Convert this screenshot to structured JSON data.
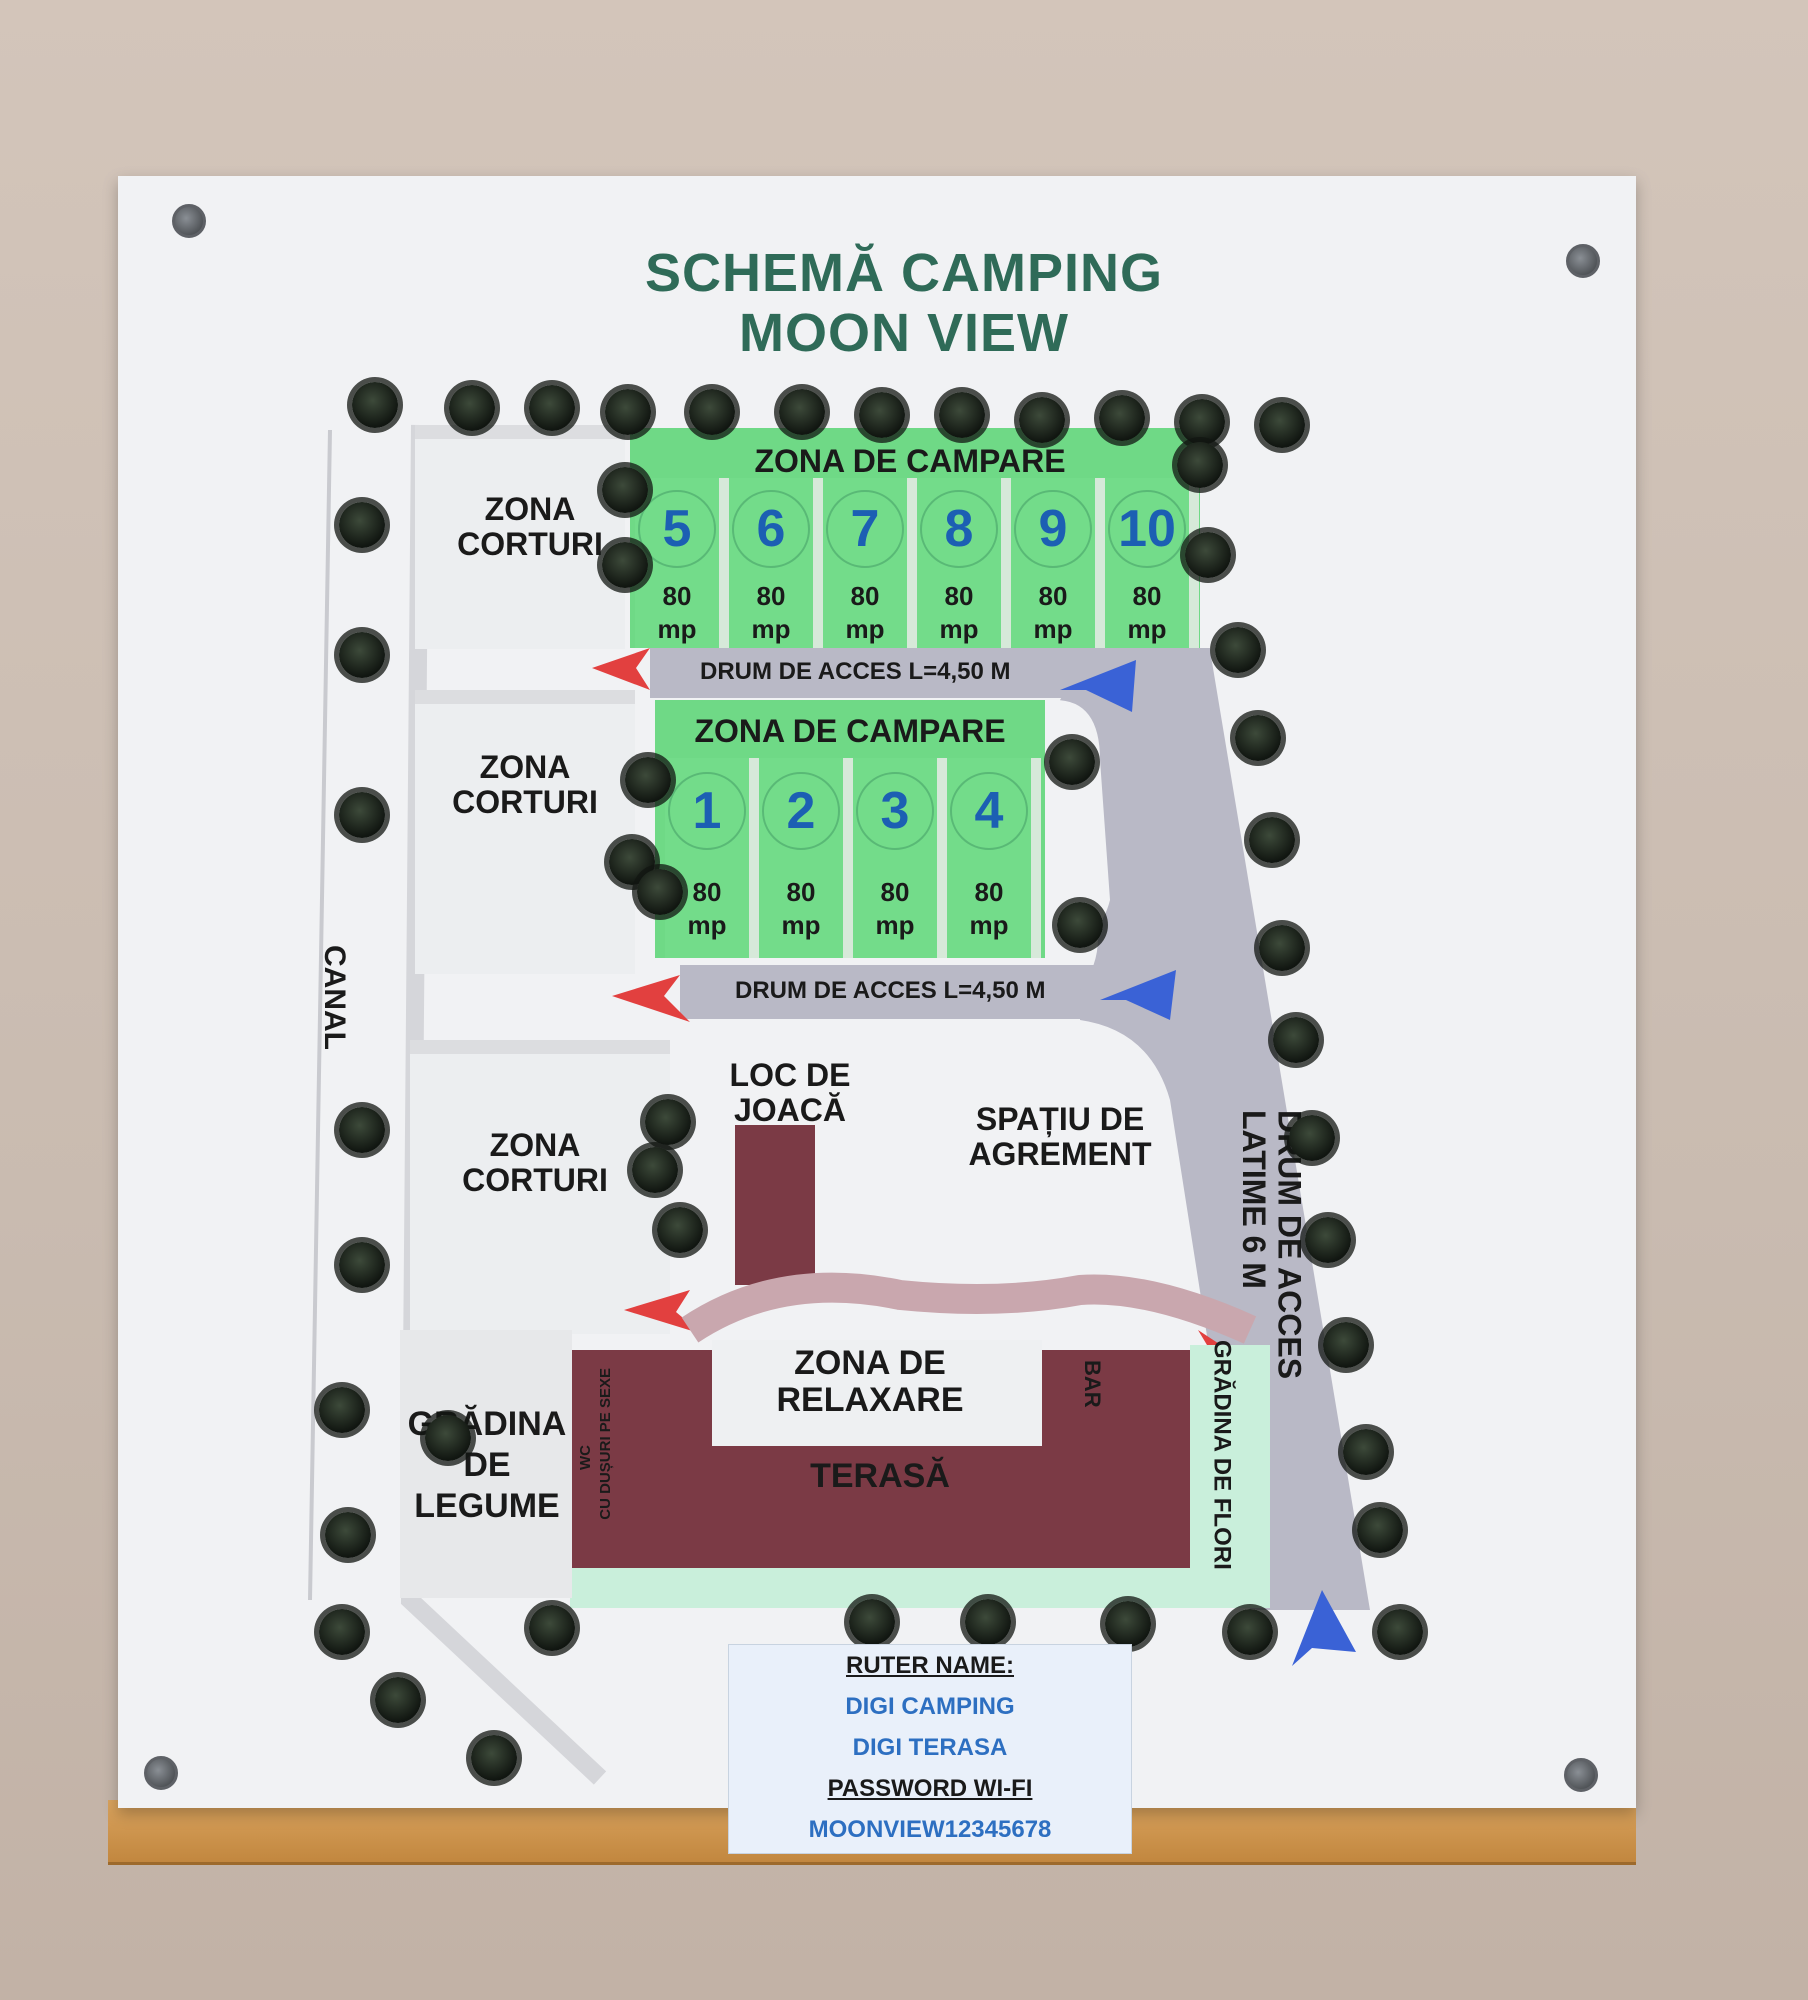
{
  "title": {
    "line1": "SCHEMĂ CAMPING",
    "line2": "MOON VIEW"
  },
  "zones": {
    "corturi_top": [
      "ZONA",
      "CORTURI"
    ],
    "corturi_mid": [
      "ZONA",
      "CORTURI"
    ],
    "corturi_low": [
      "ZONA",
      "CORTURI"
    ],
    "campare_top": "ZONA DE CAMPARE",
    "campare_bottom": "ZONA DE CAMPARE",
    "joaca": [
      "LOC DE",
      "JOACĂ"
    ],
    "agrement": [
      "SPAȚIU DE",
      "AGREMENT"
    ],
    "relaxare": [
      "ZONA DE",
      "RELAXARE"
    ],
    "terasa": "TERASĂ",
    "bar": "BAR",
    "wc": "WC",
    "dusuri": "CU DUȘURI PE SEXE",
    "gradina_legume": [
      "GRĂDINA",
      "DE",
      "LEGUME"
    ],
    "gradina_flori": "GRĂDINA DE FLORI",
    "canal": "CANAL"
  },
  "plots_top": [
    {
      "num": "5",
      "area": [
        "80",
        "mp"
      ]
    },
    {
      "num": "6",
      "area": [
        "80",
        "mp"
      ]
    },
    {
      "num": "7",
      "area": [
        "80",
        "mp"
      ]
    },
    {
      "num": "8",
      "area": [
        "80",
        "mp"
      ]
    },
    {
      "num": "9",
      "area": [
        "80",
        "mp"
      ]
    },
    {
      "num": "10",
      "area": [
        "80",
        "mp"
      ]
    }
  ],
  "plots_bottom": [
    {
      "num": "1",
      "area": [
        "80",
        "mp"
      ]
    },
    {
      "num": "2",
      "area": [
        "80",
        "mp"
      ]
    },
    {
      "num": "3",
      "area": [
        "80",
        "mp"
      ]
    },
    {
      "num": "4",
      "area": [
        "80",
        "mp"
      ]
    }
  ],
  "roads": {
    "upper": "DRUM DE ACCES L=4,50 M",
    "lower": "DRUM DE ACCES L=4,50 M",
    "main_line1": "DRUM DE ACCES",
    "main_line2": "LATIME 6 M"
  },
  "wifi": {
    "router_label": "RUTER NAME:",
    "router_1": "DIGI CAMPING",
    "router_2": "DIGI TERASA",
    "password_label": "PASSWORD WI-FI",
    "password": "MOONVIEW12345678"
  },
  "colors": {
    "title": "#2f6b58",
    "plot_green": "#73dc8a",
    "road": "#b9b9c6",
    "terrace": "#7b3a45",
    "plot_numbers": "#1c5fb3",
    "arrow_red": "#e2403f",
    "arrow_blue": "#3a62d6"
  }
}
